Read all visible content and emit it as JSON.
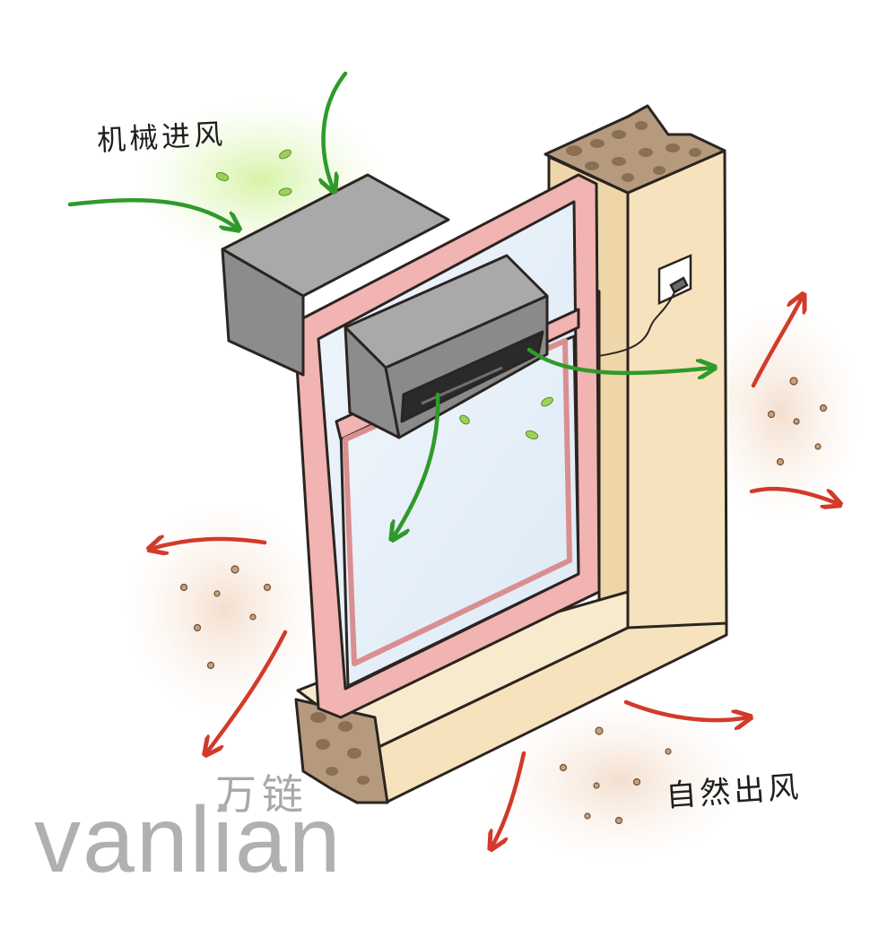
{
  "labels": {
    "mechanical_intake": "机械进风",
    "natural_exhaust": "自然出风"
  },
  "watermark": {
    "chinese": "万链",
    "english": "vanlian"
  },
  "colors": {
    "intake_arrow": "#2f9a2b",
    "exhaust_arrow": "#d23a2a",
    "window_frame": "#f2b3b3",
    "wall": "#f6e3bd",
    "ventilator": "#9a9a9a",
    "glass": "#e8f2fb"
  },
  "icons": [
    "leaf-particle",
    "dust-particle",
    "wall-outlet"
  ]
}
